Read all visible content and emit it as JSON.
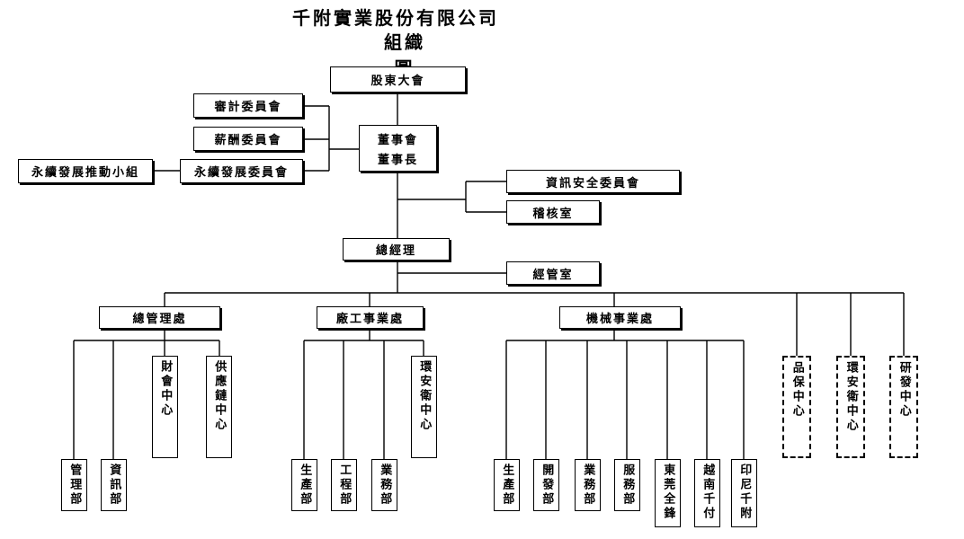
{
  "title_line1": "千附實業股份有限公司",
  "title_line2": "組織圖",
  "nodes": {
    "shareholders": "股東大會",
    "audit_committee": "審計委員會",
    "remuneration_committee": "薪酬委員會",
    "sustainability_committee": "永續發展委員會",
    "sustainability_task_force": "永續發展推動小組",
    "board_line1": "董事會",
    "board_line2": "董事長",
    "infosec_committee": "資訊安全委員會",
    "internal_audit": "稽核室",
    "general_manager": "總經理",
    "management_office": "經管室",
    "admin_division": "總管理處",
    "plant_division": "廠工事業處",
    "machinery_division": "機械事業處",
    "finance_center": "財會中心",
    "supply_chain_center": "供應鏈中心",
    "management_dept": "管理部",
    "it_dept": "資訊部",
    "ehs_center_plant": "環安衛中心",
    "production_dept_plant": "生產部",
    "engineering_dept": "工程部",
    "business_dept_plant": "業務部",
    "production_dept_mach": "生產部",
    "development_dept": "開發部",
    "business_dept_mach": "業務部",
    "service_dept": "服務部",
    "dongguan": "東莞全鋒",
    "vietnam": "越南千付",
    "indonesia": "印尼千附",
    "qa_center": "品保中心",
    "ehs_center": "環安衛中心",
    "rd_center": "研發中心"
  }
}
